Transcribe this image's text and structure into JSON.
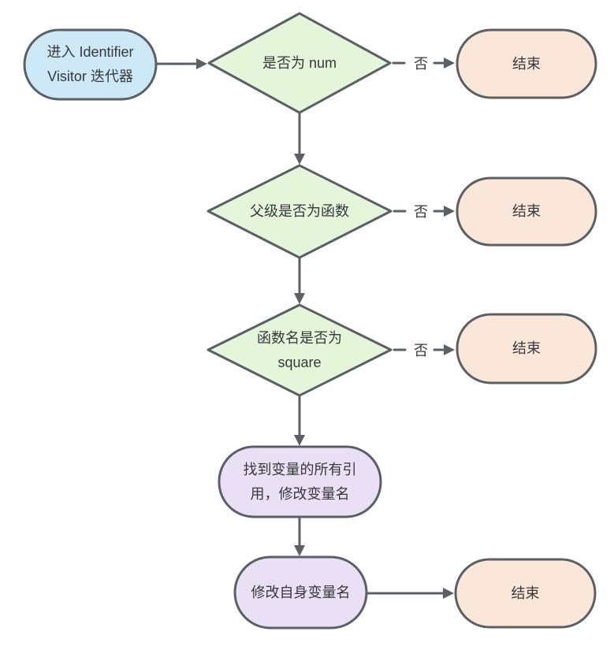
{
  "colors": {
    "background": "#ffffff",
    "node-border": "#5b5f66",
    "arrow": "#5b5f66",
    "start-fill": "#cde9f8",
    "decision-fill": "#e4f5d9",
    "end-fill": "#fbe7d9",
    "process-fill": "#eae0f6",
    "text": "#36383b"
  },
  "nodes": {
    "start": {
      "type": "start",
      "line1": "进入 Identifier",
      "line2": "Visitor 迭代器"
    },
    "decision1": {
      "type": "decision",
      "line1": "是否为 num"
    },
    "end1": {
      "type": "end",
      "line1": "结束"
    },
    "decision2": {
      "type": "decision",
      "line1": "父级是否为函数"
    },
    "end2": {
      "type": "end",
      "line1": "结束"
    },
    "decision3": {
      "type": "decision",
      "line1": "函数名是否为",
      "line2": "square"
    },
    "end3": {
      "type": "end",
      "line1": "结束"
    },
    "process1": {
      "type": "process",
      "line1": "找到变量的所有引",
      "line2": "用，修改变量名"
    },
    "process2": {
      "type": "process",
      "line1": "修改自身变量名"
    },
    "end4": {
      "type": "end",
      "line1": "结束"
    }
  },
  "edges": {
    "no_label_1": "否",
    "no_label_2": "否",
    "no_label_3": "否"
  }
}
